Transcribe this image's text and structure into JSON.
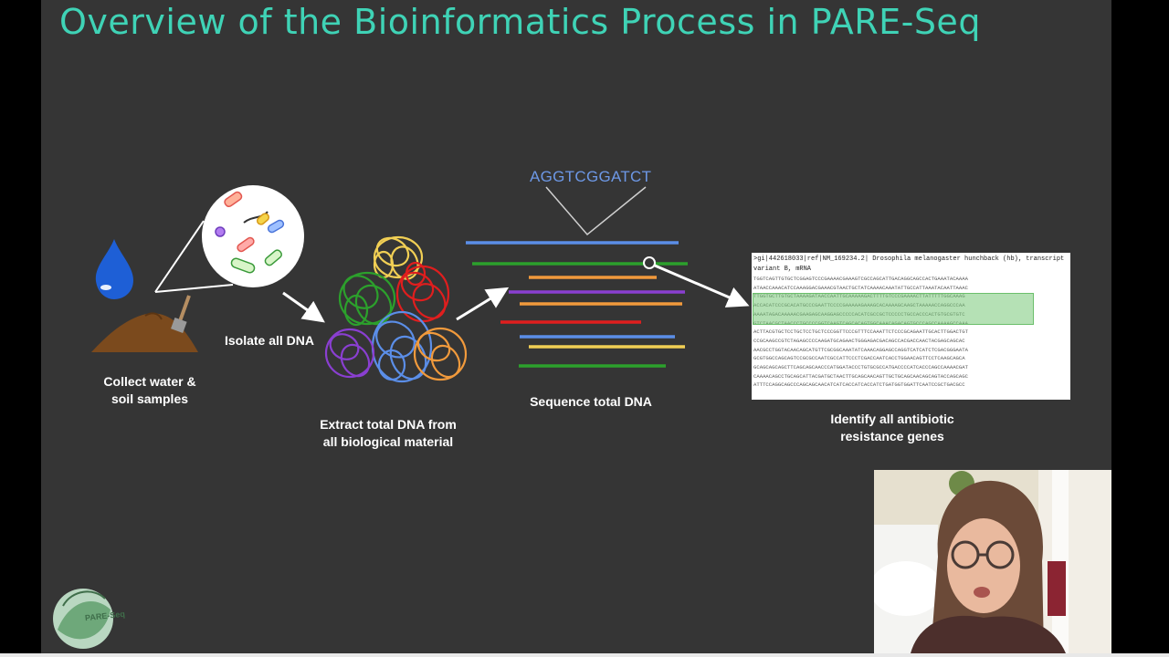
{
  "slide": {
    "title": "Overview of the Bioinformatics Process in PARE-Seq"
  },
  "steps": [
    {
      "label_line1": "Collect water &",
      "label_line2": "soil samples"
    },
    {
      "label": "Isolate all DNA"
    },
    {
      "label_line1": "Extract total DNA from",
      "label_line2": "all biological material"
    },
    {
      "label": "Sequence total DNA"
    },
    {
      "label_line1": "Identify all antibiotic",
      "label_line2": "resistance genes"
    }
  ],
  "sequence_read": "AGGTCGGATCT",
  "genbank": {
    "header_line1": ">gi|442618033|ref|NM_169234.2| Drosophila melanogaster hunchback (hb), transcript",
    "header_line2": "variant B, mRNA",
    "rows": [
      "TGGTCAGTTGTGCTCGGAGTCCCGAAAACGAAAGTCGCCAGCATTGACAGGCAGCCACTGAAATACAAAA",
      "ATAACCAAACATCCAAAGGACGAAACGTAACTGCTATCAAAACAAATATTGCCATTAAATACAATTAAAC",
      "TTGGTGCTTGTGCTAAAAGATAACCAATTGCAAAAAGACTTTTGTCCCGAAAACTTATTTTTGGCAAAG",
      "ACCACATCCCGCACATGCCCGAATTCCCCGAAAAAGAAAGCACAAAAGCAAGCTAAAAACCAGGCCCAA",
      "AAAATAGACAAAAACGAAGAGCAAGGAGCCCCCACATCGCCGCTCCCCCTGCCACCCACTGTGCGTGTC",
      "GTCTAACGCTAACCCTGCCCCGGTCAAGTCAGCACAGTGGCAAACAGACAGTGCCCAGCCAAAAGCCAAA",
      "ACTTACGTGCTCCTGCTCCTGCTCCCGGTTCCCGTTTCCAAATTCTCCCGCAGAATTGCACTTGGACTGT",
      "CCGCAAGCCGTCTAGAGCCCCAAGATGCAGAACTGGGAGACGACAGCCACGACCAACTACGAGCAGCAC",
      "AACGCCTGGTACAACAGCATGTTCGCGGCAAATATCAAACAGGAGCCAGGTCATCATCTCGACGGGAATA",
      "GCGTGGCCAGCAGTCCGCGCCAATCGCCATTCCCTCGACCAATCACCTGGAACAGTTCCTCAAGCAGCA",
      "GCAGCAGCAGCTTCAGCAGCAACCCATGGATACCCTGTGCGCCATGACCCCATCACCCAGCCAAAACGAT",
      "CAAAACAGCCTGCAGCATTACGATGCTAACTTGCAGCAACAGTTGCTGCAGCAACAGCAGTACCAGCAGC",
      "ATTTCCAGGCAGCCCAGCAGCAACATCATCACCATCACCATCTGATGGTGGATTCAATCCGCTGACGCC"
    ]
  },
  "logo": {
    "text": "PARE-Seq"
  },
  "colors": {
    "slide_bg": "#353535",
    "title": "#3fd3b6",
    "sequence_text": "#6d98e6",
    "highlight": "#78c878"
  }
}
